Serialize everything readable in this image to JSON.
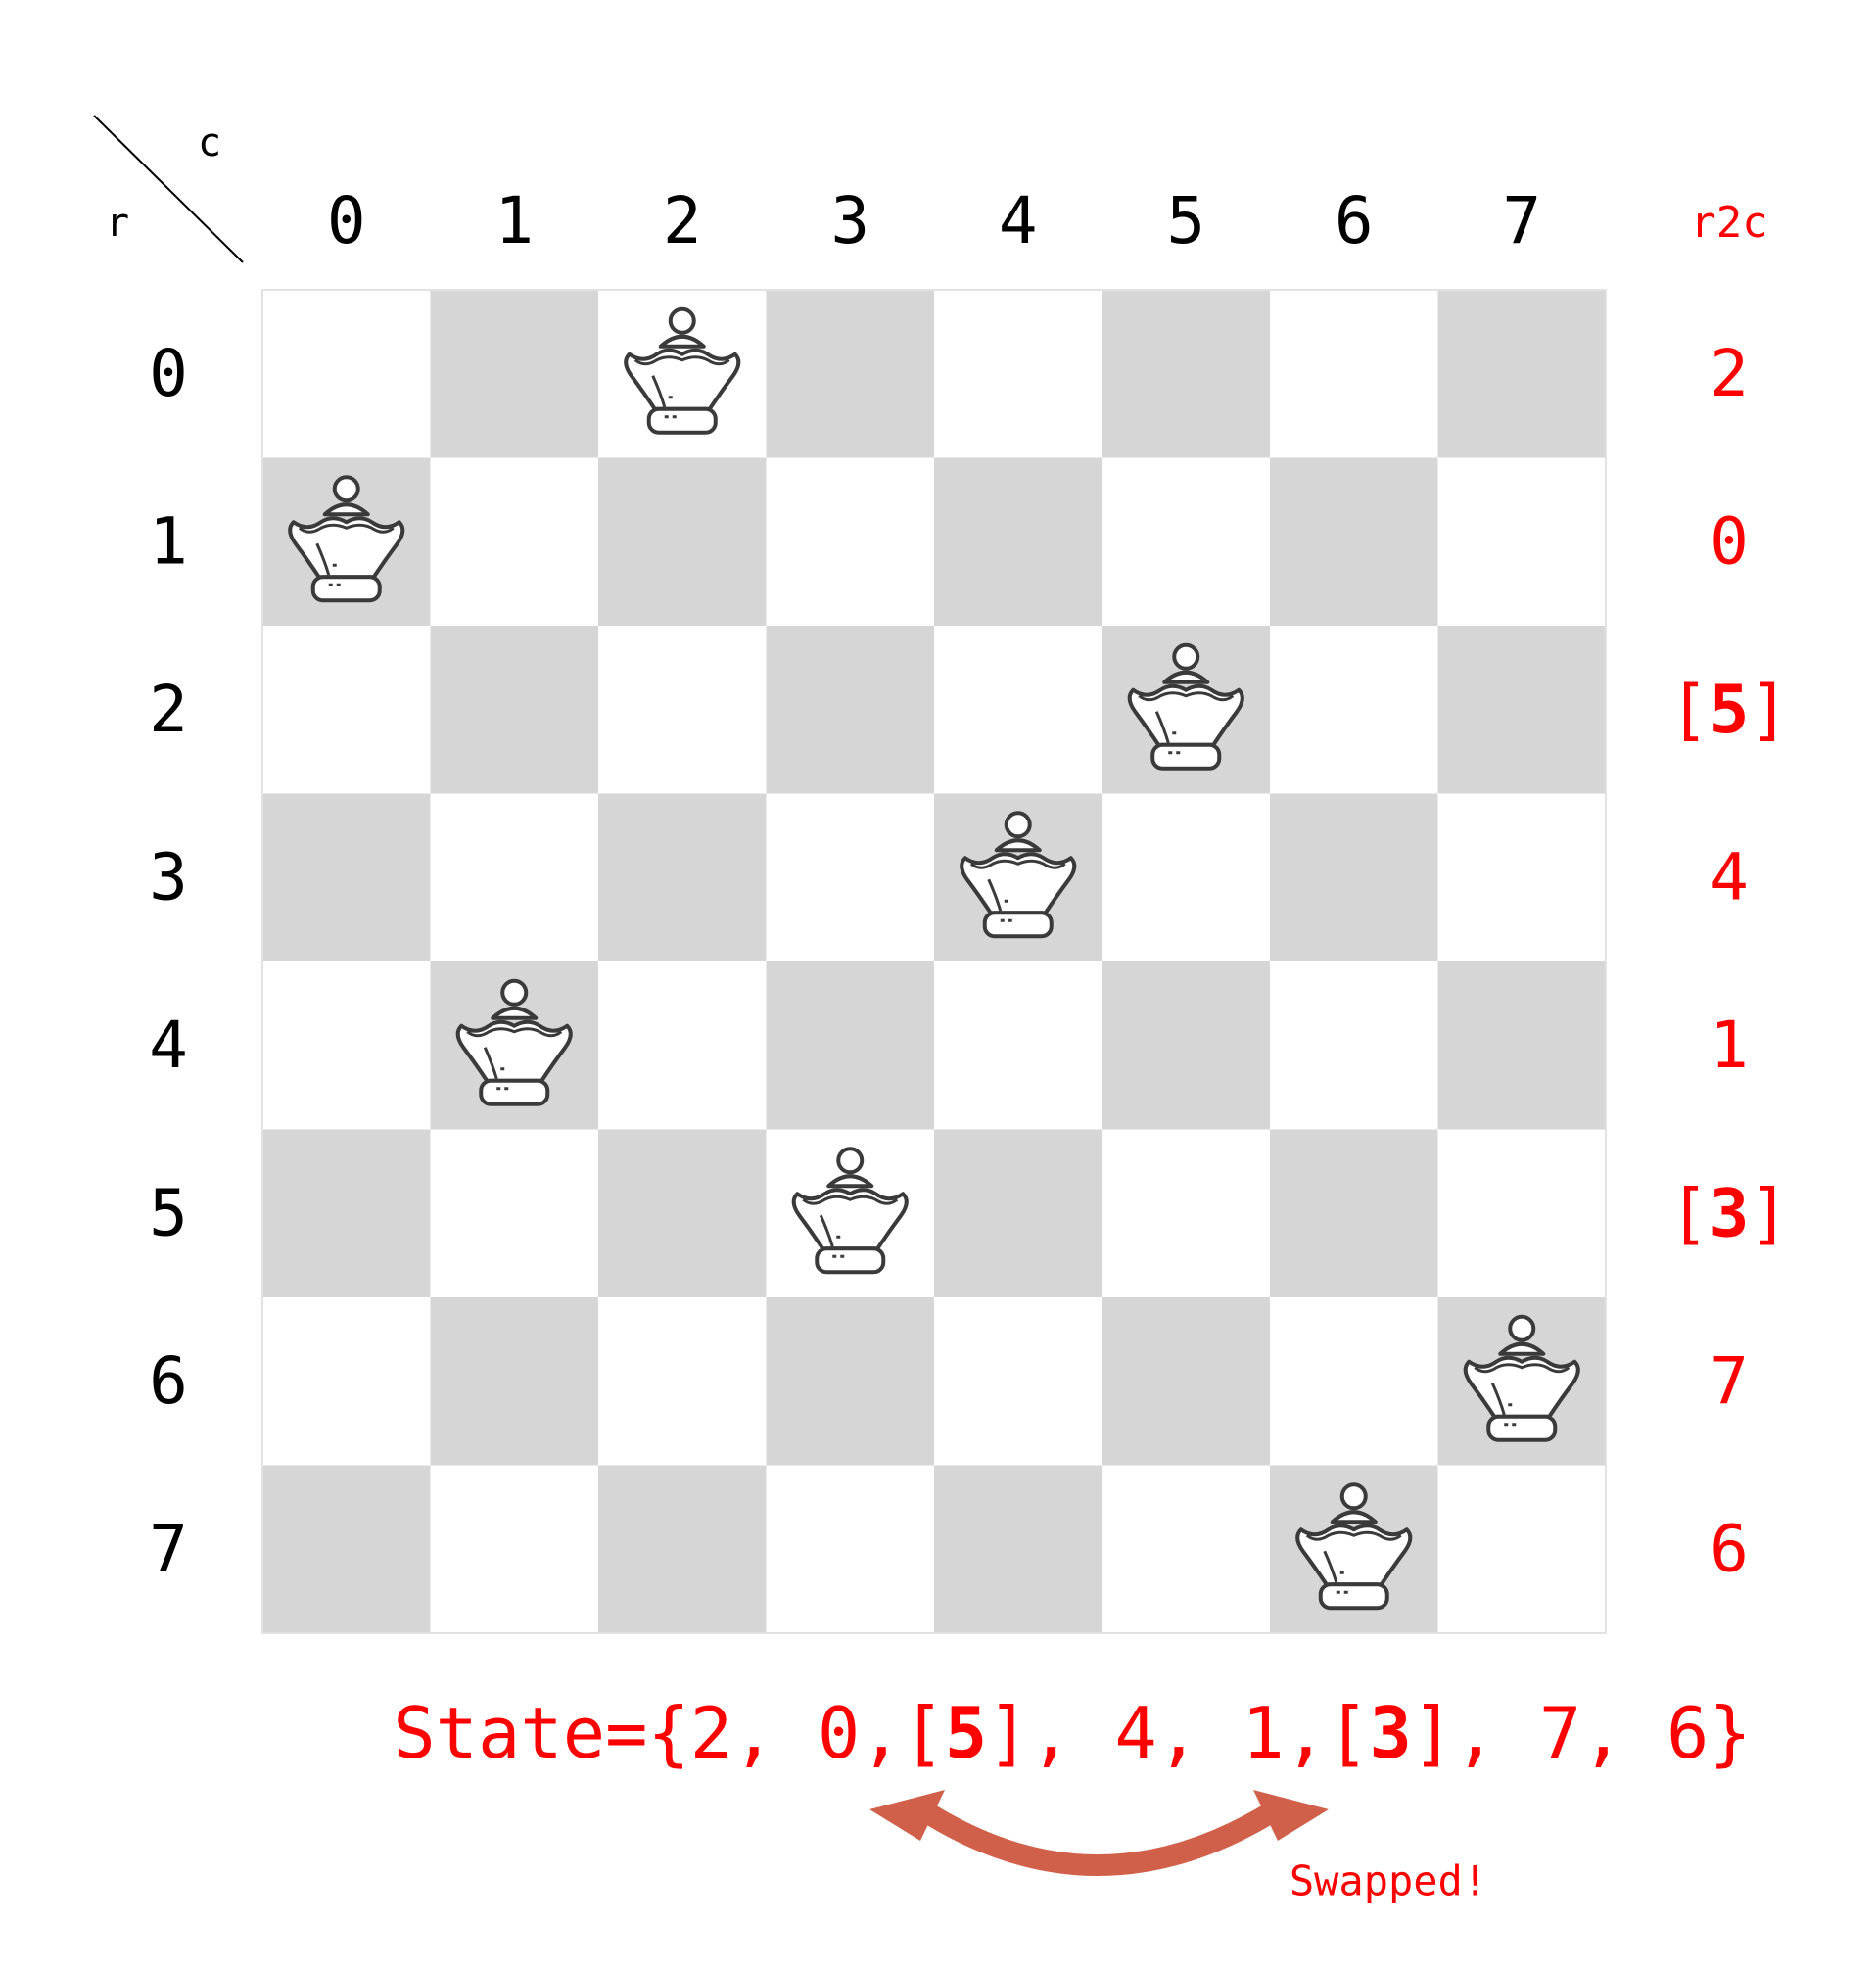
{
  "corner": {
    "col_label": "c",
    "row_label": "r"
  },
  "columns": [
    "0",
    "1",
    "2",
    "3",
    "4",
    "5",
    "6",
    "7"
  ],
  "rows": [
    "0",
    "1",
    "2",
    "3",
    "4",
    "5",
    "6",
    "7"
  ],
  "r2c": {
    "header": "r2c",
    "values": [
      {
        "text": "2",
        "bracketed": false
      },
      {
        "text": "0",
        "bracketed": false
      },
      {
        "text": "5",
        "bracketed": true
      },
      {
        "text": "4",
        "bracketed": false
      },
      {
        "text": "1",
        "bracketed": false
      },
      {
        "text": "3",
        "bracketed": true
      },
      {
        "text": "7",
        "bracketed": false
      },
      {
        "text": "6",
        "bracketed": false
      }
    ]
  },
  "queens": [
    {
      "row": 0,
      "col": 2
    },
    {
      "row": 1,
      "col": 0
    },
    {
      "row": 2,
      "col": 5
    },
    {
      "row": 3,
      "col": 4
    },
    {
      "row": 4,
      "col": 1
    },
    {
      "row": 5,
      "col": 3
    },
    {
      "row": 6,
      "col": 7
    },
    {
      "row": 7,
      "col": 6
    }
  ],
  "state": {
    "prefix": "State={",
    "items": [
      {
        "text": "2",
        "bracketed": false
      },
      {
        "text": "0",
        "bracketed": false
      },
      {
        "text": "5",
        "bracketed": true
      },
      {
        "text": "4",
        "bracketed": false
      },
      {
        "text": "1",
        "bracketed": false
      },
      {
        "text": "3",
        "bracketed": true
      },
      {
        "text": "7",
        "bracketed": false
      },
      {
        "text": "6",
        "bracketed": false
      }
    ],
    "suffix": "}"
  },
  "swap_label": "Swapped!",
  "colors": {
    "accent_red": "#ff0000",
    "arrow": "#d1604a",
    "dark_square": "#d6d6d6",
    "light_square": "#ffffff",
    "piece_stroke": "#3a3a3a",
    "text": "#000000"
  },
  "icon": "queen-icon"
}
